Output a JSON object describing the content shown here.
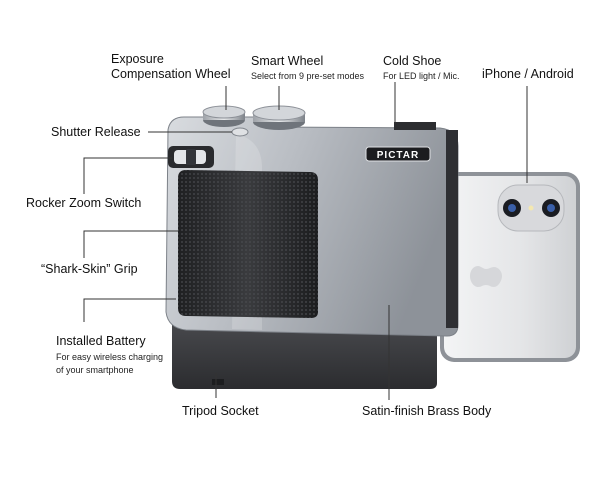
{
  "brand": {
    "logo_text": "PICTAR"
  },
  "colors": {
    "body_light": "#c6c9ce",
    "body_dark": "#7e838b",
    "grip": "#2a2b2d",
    "base": "#3a3b3e",
    "phone_frame": "#8c9096",
    "phone_back": "#e9eaec",
    "leader": "#333333"
  },
  "callouts": {
    "exposure": {
      "line1": "Exposure",
      "line2": "Compensation Wheel"
    },
    "smart_wheel": {
      "title": "Smart Wheel",
      "subtitle": "Select from 9 pre-set modes"
    },
    "cold_shoe": {
      "title": "Cold Shoe",
      "subtitle": "For LED light / Mic."
    },
    "phone": {
      "title": "iPhone / Android"
    },
    "shutter": {
      "title": "Shutter Release"
    },
    "rocker": {
      "title": "Rocker Zoom Switch"
    },
    "grip": {
      "title": "“Shark-Skin” Grip"
    },
    "battery": {
      "title": "Installed Battery",
      "sub1": "For easy wireless charging",
      "sub2": "of your smartphone"
    },
    "tripod": {
      "title": "Tripod Socket"
    },
    "body": {
      "title": "Satin-finish Brass Body"
    }
  }
}
